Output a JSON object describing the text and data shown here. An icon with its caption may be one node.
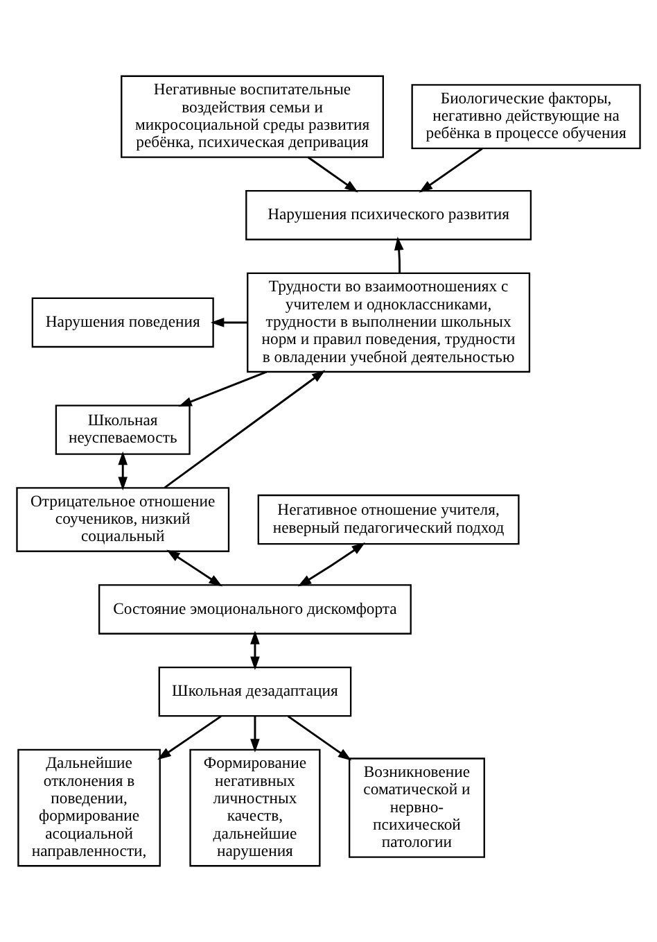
{
  "diagram": {
    "nodes": [
      {
        "text": [
          "Негативные воспитательные воздействия семьи и микросоциальной среды развития ребёнка, психическая депривация"
        ]
      },
      {
        "text": [
          "Биологические факторы, негативно действующие на ребёнка в процессе обучения"
        ]
      },
      {
        "text": [
          "Нарушения психического развития"
        ]
      },
      {
        "text": [
          "Трудности во взаимоотношениях с учителем и одноклассниками, трудности в выполнении школьных норм и правил поведения, трудности в овладении учебной деятельностью"
        ]
      },
      {
        "text": [
          "Нарушения поведения"
        ]
      },
      {
        "text": [
          "Школьная неуспеваемость"
        ]
      },
      {
        "text": [
          "Отрицательное отношение соучеников, низкий социальный"
        ]
      },
      {
        "text": [
          "Негативное отношение учителя, неверный педагогический подход"
        ]
      },
      {
        "text": [
          "Состояние эмоционального дискомфорта"
        ]
      },
      {
        "text": [
          "Школьная дезадаптация"
        ]
      },
      {
        "text": [
          "Дальнейшие отклонения в поведении, формирование асоциальной направленности,"
        ]
      },
      {
        "text": [
          "Формирование негативных личностных качеств, дальнейшие нарушения"
        ]
      },
      {
        "text": [
          "Возникновение соматической и нервно-психической патологии"
        ]
      }
    ],
    "edges": [
      {
        "from": 0,
        "to": 2,
        "arrow": "to"
      },
      {
        "from": 1,
        "to": 2,
        "arrow": "to"
      },
      {
        "from": 3,
        "to": 2,
        "arrow": "to"
      },
      {
        "from": 3,
        "to": 4,
        "arrow": "to"
      },
      {
        "from": 3,
        "to": 5,
        "arrow": "to"
      },
      {
        "from": 5,
        "to": 6,
        "arrow": "both"
      },
      {
        "from": 6,
        "to": 3,
        "arrow": "to"
      },
      {
        "from": 8,
        "to": 7,
        "arrow": "both"
      },
      {
        "from": 8,
        "to": 6,
        "arrow": "both"
      },
      {
        "from": 8,
        "to": 9,
        "arrow": "both"
      },
      {
        "from": 9,
        "to": 10,
        "arrow": "to"
      },
      {
        "from": 9,
        "to": 11,
        "arrow": "to"
      },
      {
        "from": 9,
        "to": 12,
        "arrow": "to"
      }
    ]
  }
}
